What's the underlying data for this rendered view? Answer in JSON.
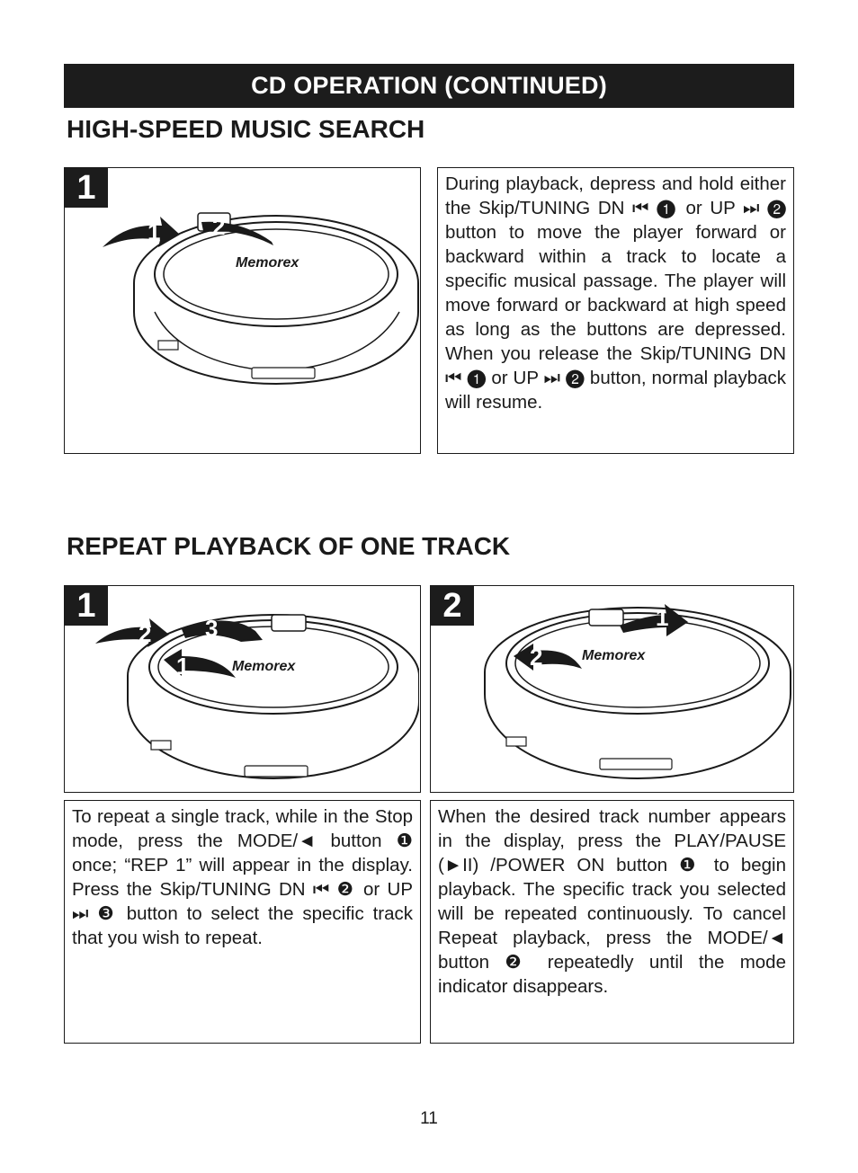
{
  "header": {
    "title": "CD OPERATION (CONTINUED)"
  },
  "sections": [
    {
      "title": "HIGH-SPEED MUSIC SEARCH",
      "step_number": "1",
      "callouts": [
        "1",
        "2"
      ],
      "brand": "Memorex",
      "text": "During playback, depress and hold either the Skip/TUNING DN ⏮ ❶ or UP ⏭ ❷ button to move the player forward or backward within a track to locate a specific musical passage. The player will move forward or backward at high speed as long as the buttons are depressed. When you release the Skip/TUNING DN ⏮ ❶ or UP ⏭ ❷ button, normal playback will resume."
    },
    {
      "title": "REPEAT PLAYBACK OF ONE TRACK",
      "steps": [
        {
          "step_number": "1",
          "callouts": [
            "1",
            "2",
            "3"
          ],
          "brand": "Memorex",
          "text": "To repeat a single track, while in the Stop mode, press the MODE/◄ button ❶ once; “REP 1” will appear in the display. Press the Skip/TUNING DN ⏮ ❷ or UP ⏭ ❸ button to select the specific track that you wish to repeat."
        },
        {
          "step_number": "2",
          "callouts": [
            "1",
            "2"
          ],
          "brand": "Memorex",
          "text": "When the desired track number appears in the display, press the PLAY/PAUSE (►II) /POWER ON button ❶ to begin playback. The specific track you selected will be repeated continuously. To cancel Repeat playback, press the MODE/◄ button ❷ repeatedly until the mode indicator disappears."
        }
      ]
    }
  ],
  "footer": {
    "page_number": "11"
  }
}
